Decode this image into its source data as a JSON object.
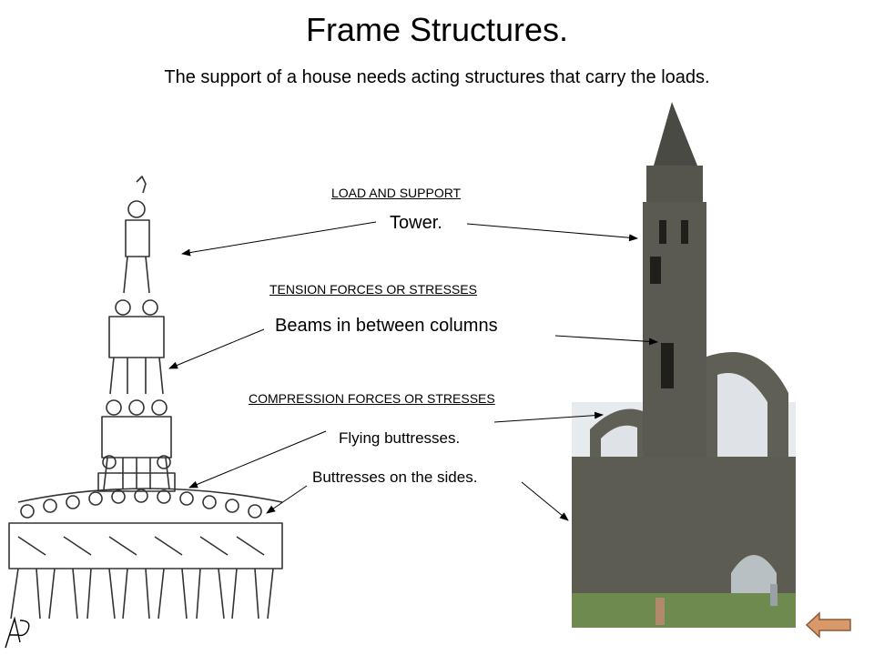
{
  "slide": {
    "title": "Frame Structures.",
    "subtitle": "The support of a house needs acting structures that carry the loads."
  },
  "headings": {
    "load": "LOAD AND SUPPORT",
    "tension": "TENSION FORCES OR STRESSES",
    "compression": "COMPRESSION FORCES OR STRESSES"
  },
  "labels": {
    "tower": "Tower.",
    "beams": "Beams in between columns",
    "flying": "Flying buttresses.",
    "buttresses": "Buttresses on the sides."
  },
  "images": {
    "left": "human-tower-illustration",
    "right": "cathedral-ruin-photo"
  },
  "colors": {
    "back_button_fill": "#d89a6a",
    "back_button_stroke": "#8a5a36",
    "stone": "#5a5a52",
    "grass": "#6e8a4e"
  },
  "icons": {
    "back": "back-arrow-icon"
  }
}
